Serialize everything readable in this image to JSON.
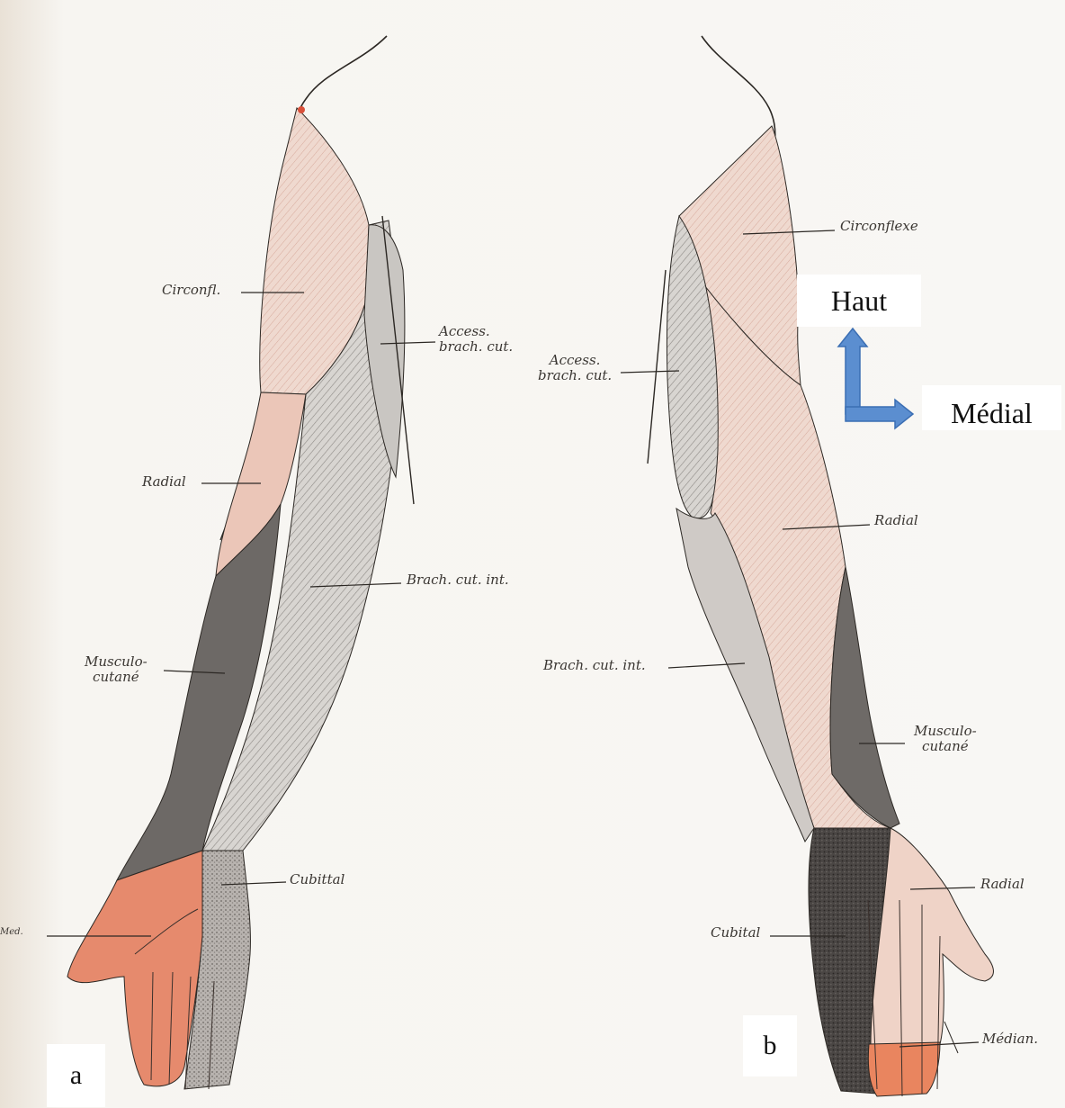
{
  "panels": {
    "a": {
      "marker": "a",
      "labels": {
        "circonflexe": "Circonfl.",
        "accessoire": "Access.\nbrach. cut.",
        "radial": "Radial",
        "brachial_cutane_interne": "Brach. cut. int.",
        "musculo_cutane": "Musculo-\ncutané",
        "cubital": "Cubittal",
        "median": "Med."
      }
    },
    "b": {
      "marker": "b",
      "labels": {
        "circonflexe": "Circonflexe",
        "accessoire": "Access.\nbrach. cut.",
        "radial_arm": "Radial",
        "brachial_cutane_interne": "Brach. cut. int.",
        "musculo_cutane": "Musculo-\ncutané",
        "radial_hand": "Radial",
        "cubital": "Cubital",
        "median": "Médian."
      }
    }
  },
  "orientation": {
    "up": "Haut",
    "medial": "Médial",
    "arrow_color": "#5b8ed0"
  },
  "colors": {
    "circonflexe": "#f0dcd3",
    "radial": "#ebc8bb",
    "brachial": "#cfccc8",
    "musculo": "#6f6b68",
    "median": "#e47e60",
    "cubital": "#b2adaa",
    "cubital_dark": "#4e4a48",
    "outline": "#2c2824"
  }
}
